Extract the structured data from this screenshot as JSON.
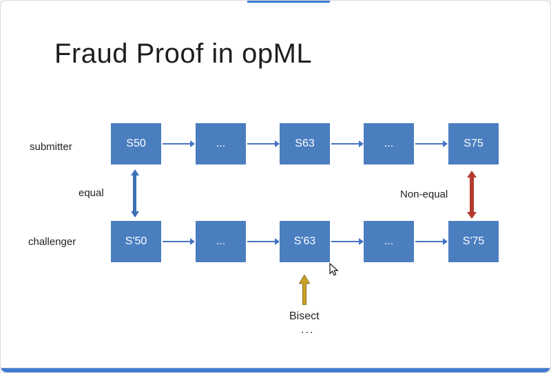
{
  "title": "Fraud Proof in opML",
  "rows": [
    {
      "label": "submitter",
      "boxes": [
        "S50",
        "...",
        "S63",
        "...",
        "S75"
      ]
    },
    {
      "label": "challenger",
      "boxes": [
        "S'50",
        "...",
        "S'63",
        "...",
        "S'75"
      ]
    }
  ],
  "annotations": {
    "equal_label": "equal",
    "non_equal_label": "Non-equal",
    "bisect_label": "Bisect",
    "bisect_ellipsis": "..."
  },
  "colors": {
    "box_blue": "#4a7ebf",
    "box_text": "#ffffff",
    "arrow_blue": "#4472c4",
    "equal_arrow_blue": "#3b6fb5",
    "non_equal_red": "#b43a2e",
    "bisect_gold": "#c9a227",
    "bisect_gold_dark": "#8a6d1c",
    "bar_blue": "#3f7ad1",
    "text_dark": "#1e1e1e"
  }
}
